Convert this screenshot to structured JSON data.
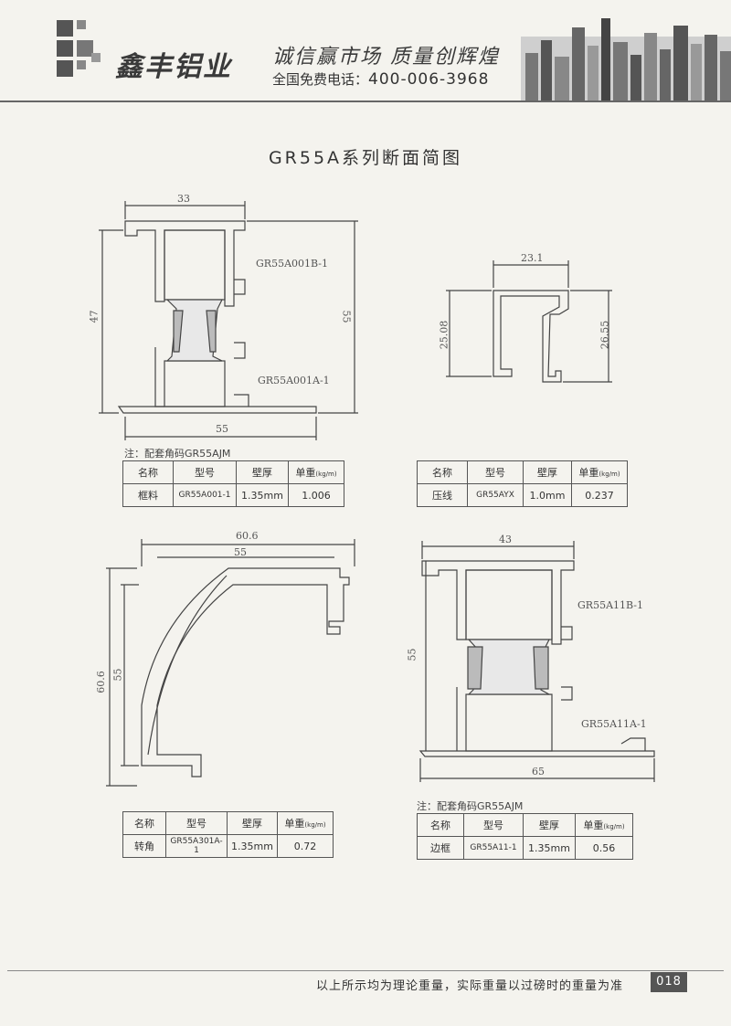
{
  "header": {
    "brand": "鑫丰铝业",
    "slogan": "诚信赢市场  质量创辉煌",
    "hotline_label": "全国免费电话：",
    "hotline_number": "400-006-3968"
  },
  "page_title": "GR55A系列断面简图",
  "sections": {
    "frame": {
      "dims": {
        "top": "33",
        "left": "47",
        "right": "55",
        "bottom": "55"
      },
      "part_top": "GR55A001B-1",
      "part_bottom": "GR55A001A-1",
      "note": "注：配套角码GR55AJM",
      "table": {
        "headers": [
          "名称",
          "型号",
          "壁厚",
          "单重"
        ],
        "unit": "(kg/m)",
        "row": [
          "框料",
          "GR55A001-1",
          "1.35mm",
          "1.006"
        ]
      }
    },
    "bead": {
      "dims": {
        "top": "23.1",
        "left": "25.08",
        "right": "26.55"
      },
      "table": {
        "headers": [
          "名称",
          "型号",
          "壁厚",
          "单重"
        ],
        "unit": "(kg/m)",
        "row": [
          "压线",
          "GR55AYX",
          "1.0mm",
          "0.237"
        ]
      }
    },
    "corner": {
      "dims": {
        "top_outer": "60.6",
        "top_inner": "55",
        "left_outer": "60.6",
        "left_inner": "55"
      },
      "table": {
        "headers": [
          "名称",
          "型号",
          "壁厚",
          "单重"
        ],
        "unit": "(kg/m)",
        "row": [
          "转角",
          "GR55A301A-1",
          "1.35mm",
          "0.72"
        ]
      }
    },
    "side_frame": {
      "dims": {
        "top": "43",
        "left": "55",
        "bottom": "65"
      },
      "part_top": "GR55A11B-1",
      "part_bottom": "GR55A11A-1",
      "note": "注：配套角码GR55AJM",
      "table": {
        "headers": [
          "名称",
          "型号",
          "壁厚",
          "单重"
        ],
        "unit": "(kg/m)",
        "row": [
          "边框",
          "GR55A11-1",
          "1.35mm",
          "0.56"
        ]
      }
    }
  },
  "footer": {
    "text": "以上所示均为理论重量，实际重量以过磅时的重量为准",
    "page_number": "018"
  }
}
